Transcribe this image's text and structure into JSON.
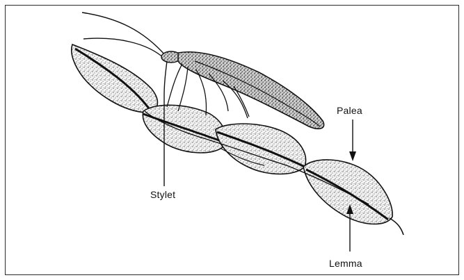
{
  "figure": {
    "labels": {
      "stylet": "Stylet",
      "palea": "Palea",
      "lemma": "Lemma"
    },
    "colors": {
      "ink": "#111111",
      "stipple": "#8a8a8a",
      "background": "#ffffff"
    }
  }
}
